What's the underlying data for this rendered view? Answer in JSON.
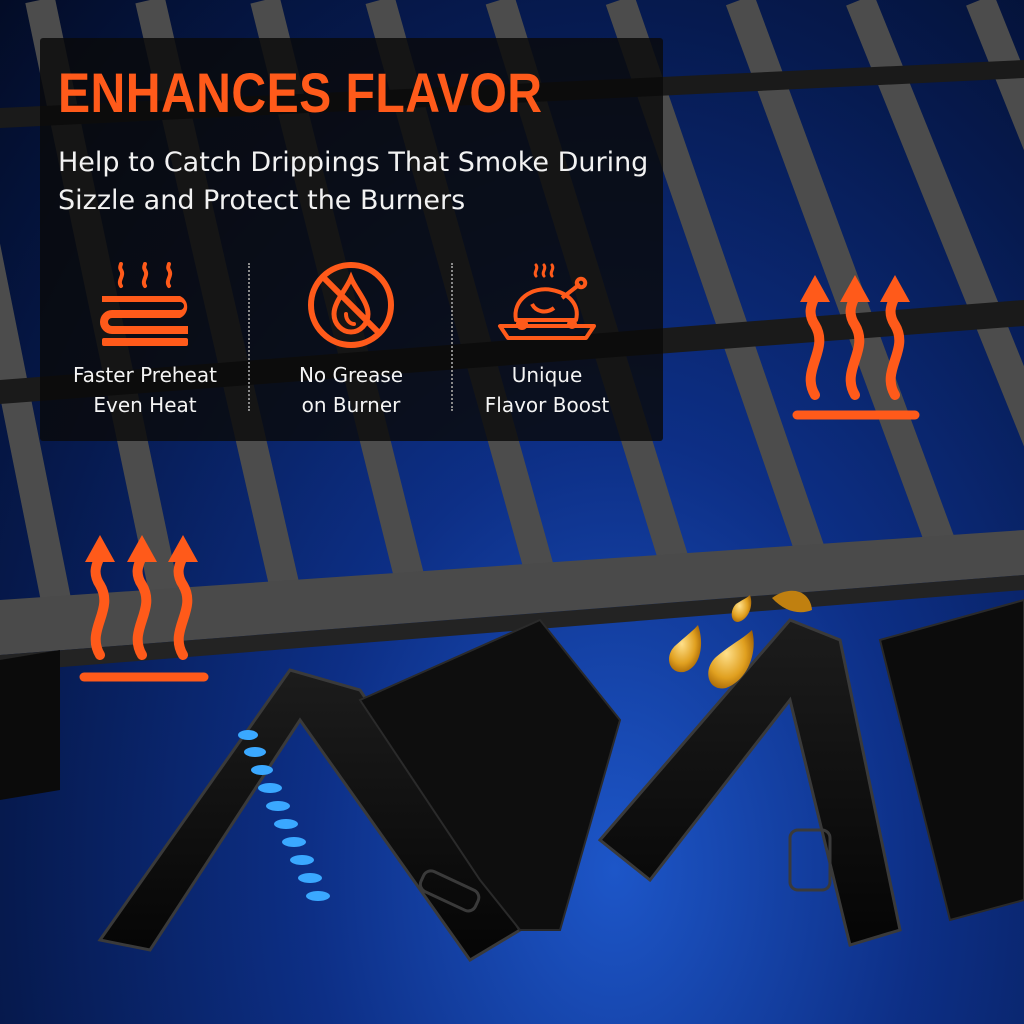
{
  "panel": {
    "headline": "ENHANCES FLAVOR",
    "subtitle_line1": "Help to Catch Drippings That Smoke During",
    "subtitle_line2": "Sizzle and Protect the Burners",
    "features": [
      {
        "icon": "heat-plate-icon",
        "line1": "Faster Preheat",
        "line2": "Even Heat"
      },
      {
        "icon": "no-grease-icon",
        "line1": "No Grease",
        "line2": "on Burner"
      },
      {
        "icon": "roast-turkey-icon",
        "line1": "Unique",
        "line2": "Flavor Boost"
      }
    ]
  },
  "colors": {
    "accent": "#ff5a1a",
    "panel_bg": "#0a0a0a",
    "flame_blue": "#3aa8ff",
    "grease_drop": "#e0a020",
    "grate": "#5a5a5a"
  },
  "scene_icons": [
    "rising-heat-icon-right",
    "rising-heat-icon-left",
    "grease-drop-icon",
    "burner-flame-icon"
  ]
}
